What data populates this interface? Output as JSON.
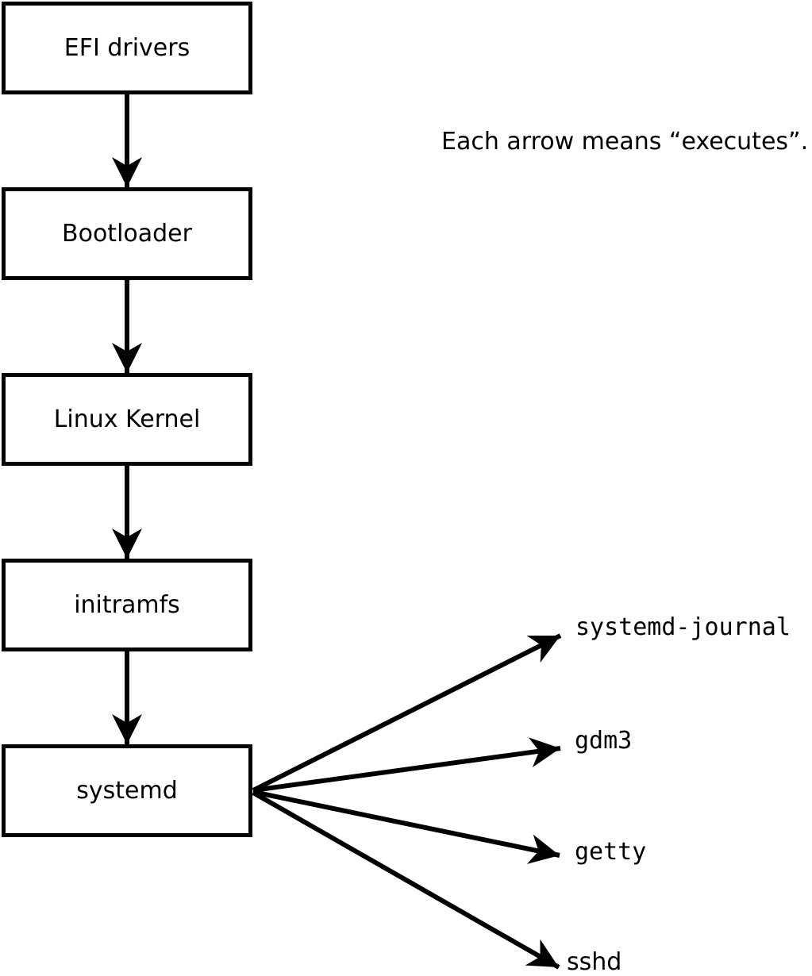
{
  "note": {
    "text": "Each arrow means “executes”."
  },
  "boot_chain": [
    {
      "label": "EFI drivers"
    },
    {
      "label": "Bootloader"
    },
    {
      "label": "Linux Kernel"
    },
    {
      "label": "initramfs"
    },
    {
      "label": "systemd"
    }
  ],
  "spawned_services": [
    {
      "label": "systemd-journal"
    },
    {
      "label": "gdm3"
    },
    {
      "label": "getty"
    },
    {
      "label": "sshd"
    }
  ],
  "colors": {
    "stroke": "#000000",
    "box_fill": "#ffffff",
    "background": "#ffffff"
  }
}
